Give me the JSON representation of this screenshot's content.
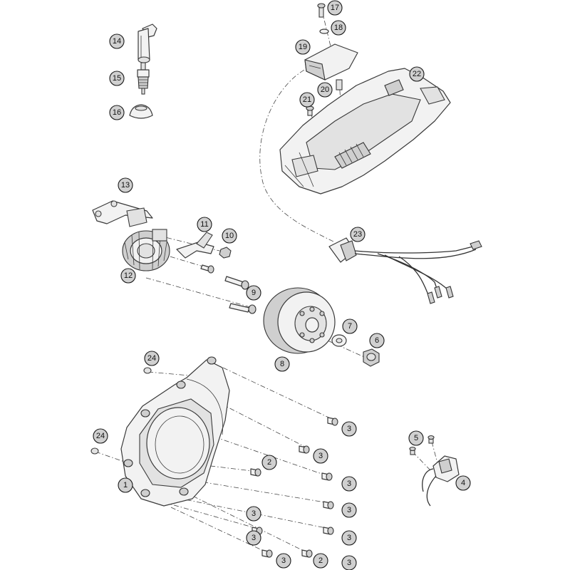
{
  "diagram": {
    "callouts": [
      {
        "id": "c1",
        "label": "1"
      },
      {
        "id": "c2a",
        "label": "2"
      },
      {
        "id": "c2b",
        "label": "2"
      },
      {
        "id": "c3a",
        "label": "3"
      },
      {
        "id": "c3b",
        "label": "3"
      },
      {
        "id": "c3c",
        "label": "3"
      },
      {
        "id": "c3d",
        "label": "3"
      },
      {
        "id": "c3e",
        "label": "3"
      },
      {
        "id": "c3f",
        "label": "3"
      },
      {
        "id": "c3g",
        "label": "3"
      },
      {
        "id": "c3h",
        "label": "3"
      },
      {
        "id": "c3i",
        "label": "3"
      },
      {
        "id": "c4",
        "label": "4"
      },
      {
        "id": "c5",
        "label": "5"
      },
      {
        "id": "c6",
        "label": "6"
      },
      {
        "id": "c7",
        "label": "7"
      },
      {
        "id": "c8",
        "label": "8"
      },
      {
        "id": "c9",
        "label": "9"
      },
      {
        "id": "c10",
        "label": "10"
      },
      {
        "id": "c11",
        "label": "11"
      },
      {
        "id": "c12",
        "label": "12"
      },
      {
        "id": "c13",
        "label": "13"
      },
      {
        "id": "c14",
        "label": "14"
      },
      {
        "id": "c15",
        "label": "15"
      },
      {
        "id": "c16",
        "label": "16"
      },
      {
        "id": "c17",
        "label": "17"
      },
      {
        "id": "c18",
        "label": "18"
      },
      {
        "id": "c19",
        "label": "19"
      },
      {
        "id": "c20",
        "label": "20"
      },
      {
        "id": "c21",
        "label": "21"
      },
      {
        "id": "c22",
        "label": "22"
      },
      {
        "id": "c23",
        "label": "23"
      },
      {
        "id": "c24a",
        "label": "24"
      },
      {
        "id": "c24b",
        "label": "24"
      }
    ]
  }
}
